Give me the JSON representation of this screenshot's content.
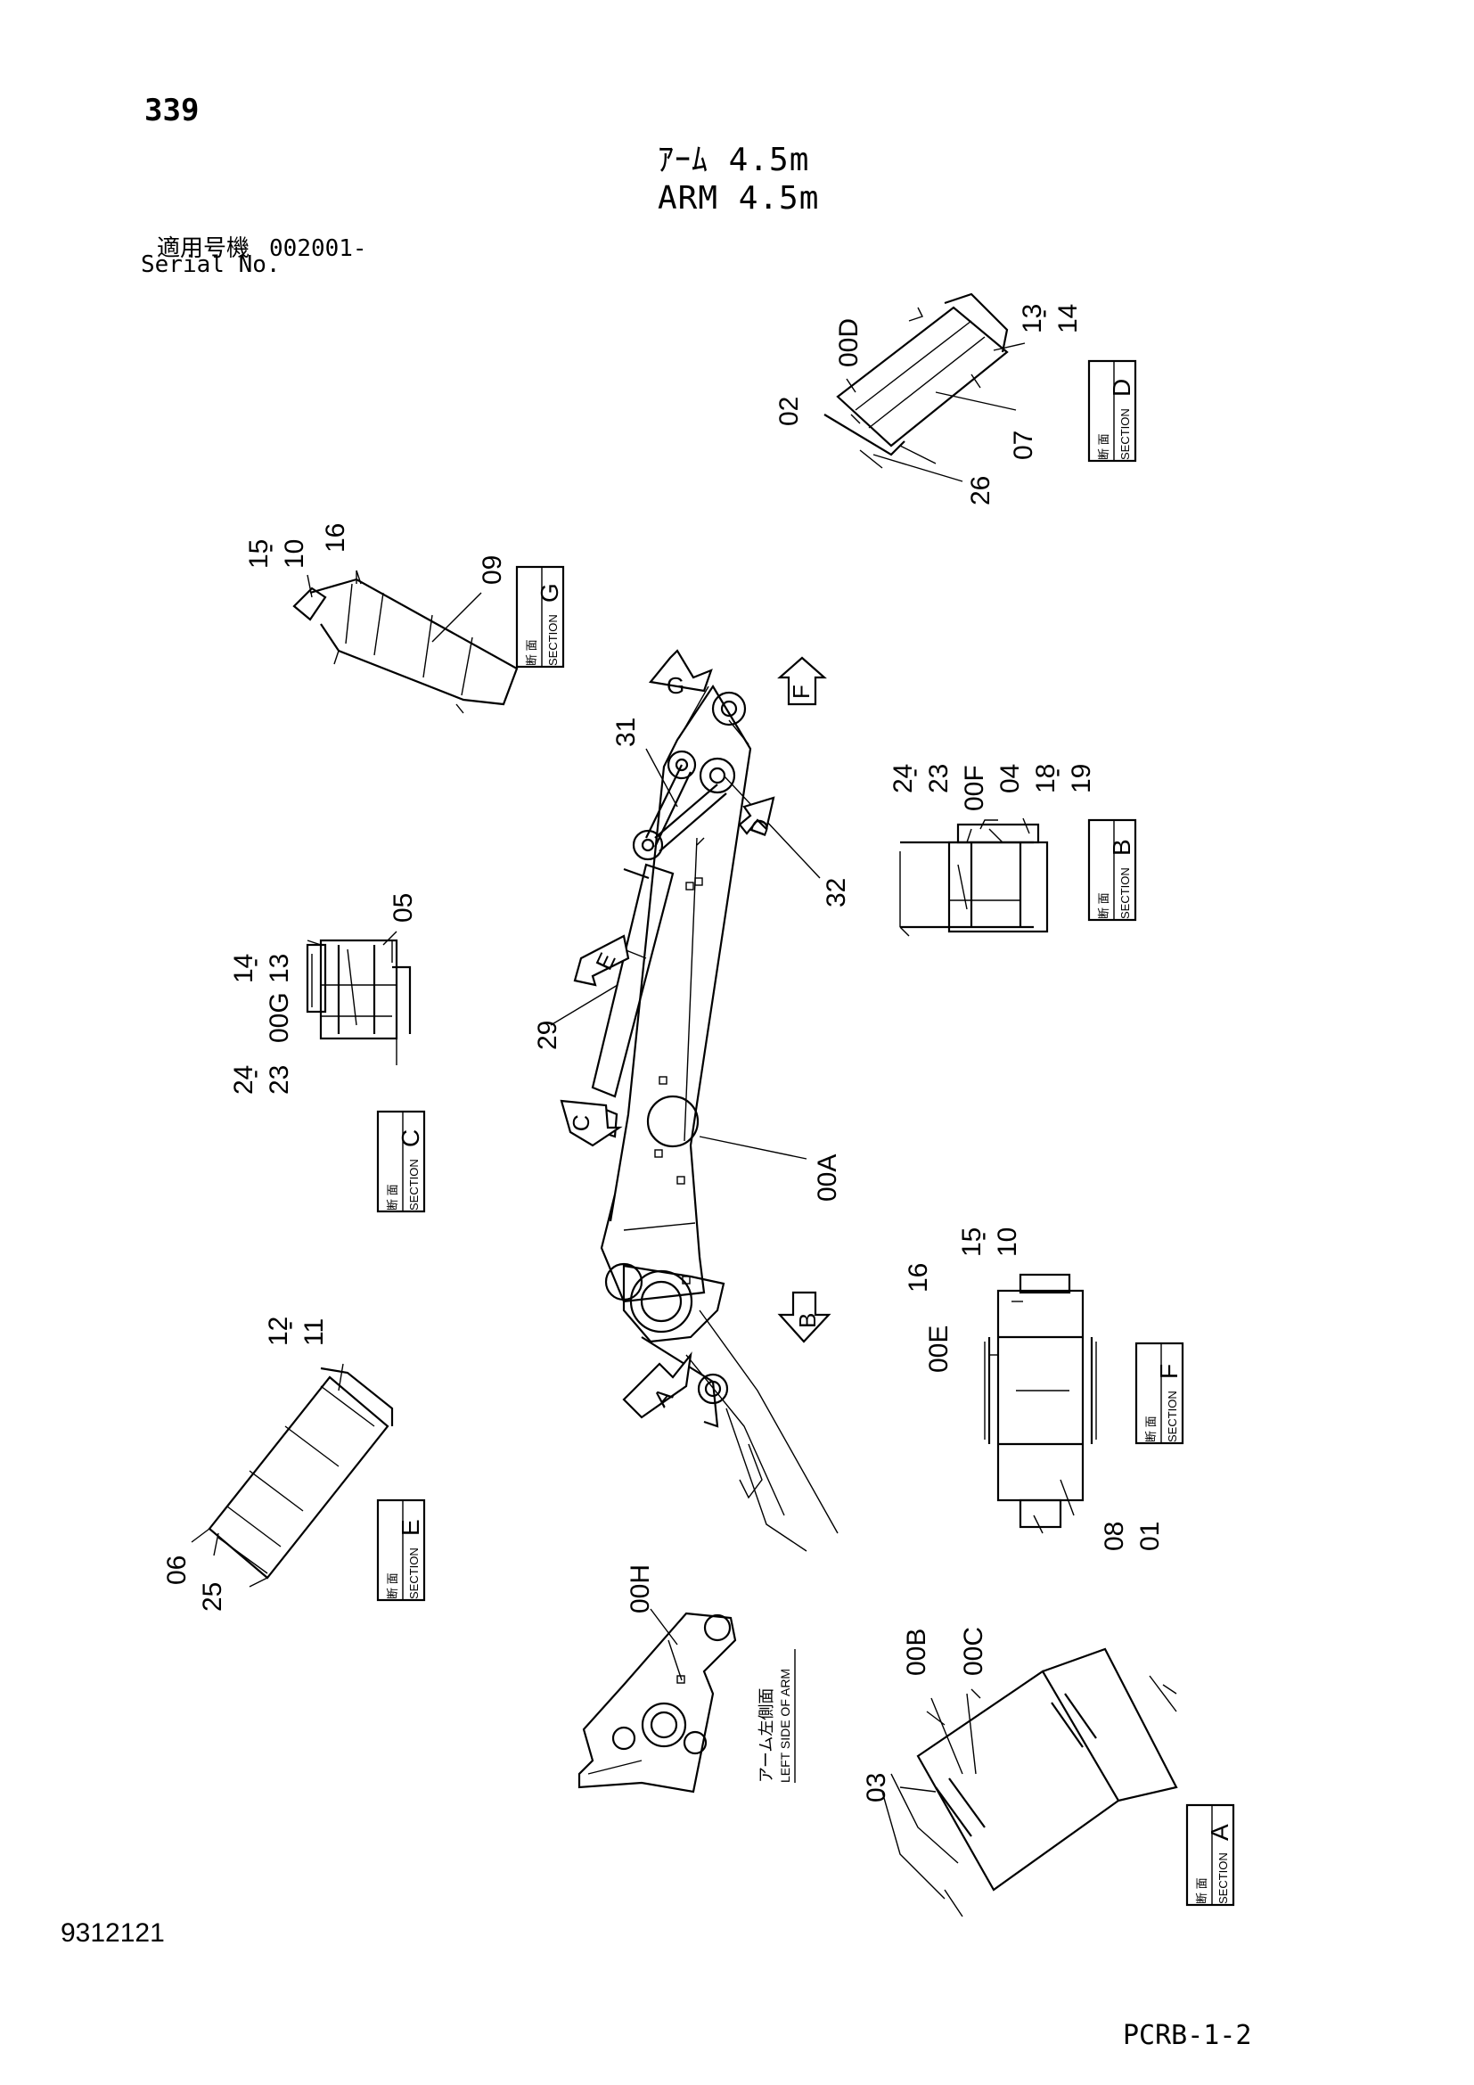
{
  "page": {
    "number": "339",
    "drawing_number": "9312121",
    "page_ref": "PCRB-1-2"
  },
  "title": {
    "jp": "ｱｰﾑ 4.5m",
    "en": "ARM 4.5m"
  },
  "serial": {
    "jp_label": "適用号機",
    "code": "002001-",
    "en_label": "Serial No."
  },
  "section_box": {
    "jp": "断 面",
    "en": "SECTION"
  },
  "left_side_label": {
    "jp": "アーム左側面",
    "en": "LEFT SIDE OF ARM"
  },
  "sections": {
    "A": {
      "letter": "A",
      "callouts": [
        "00B",
        "00C",
        "03"
      ]
    },
    "B": {
      "letter": "B",
      "callouts": [
        "24",
        "-",
        "23",
        "00F",
        "04",
        "18",
        "-",
        "19"
      ]
    },
    "C": {
      "letter": "C",
      "callouts": [
        "05",
        "14",
        "-",
        "13",
        "00G",
        "24",
        "-",
        "23"
      ]
    },
    "D": {
      "letter": "D",
      "callouts": [
        "00D",
        "13",
        "-",
        "14",
        "02",
        "07",
        "26"
      ]
    },
    "E": {
      "letter": "E",
      "callouts": [
        "12",
        "-",
        "11",
        "06",
        "25"
      ]
    },
    "F": {
      "letter": "F",
      "callouts": [
        "15",
        "-",
        "10",
        "16",
        "00E",
        "08",
        "01"
      ]
    },
    "G": {
      "letter": "G",
      "callouts": [
        "15",
        "-",
        "10",
        "16",
        "09"
      ]
    }
  },
  "main_callouts": [
    "31",
    "32",
    "29",
    "00A",
    "00H"
  ],
  "view_arrows": [
    "A",
    "B",
    "C",
    "D",
    "E",
    "F",
    "G"
  ]
}
